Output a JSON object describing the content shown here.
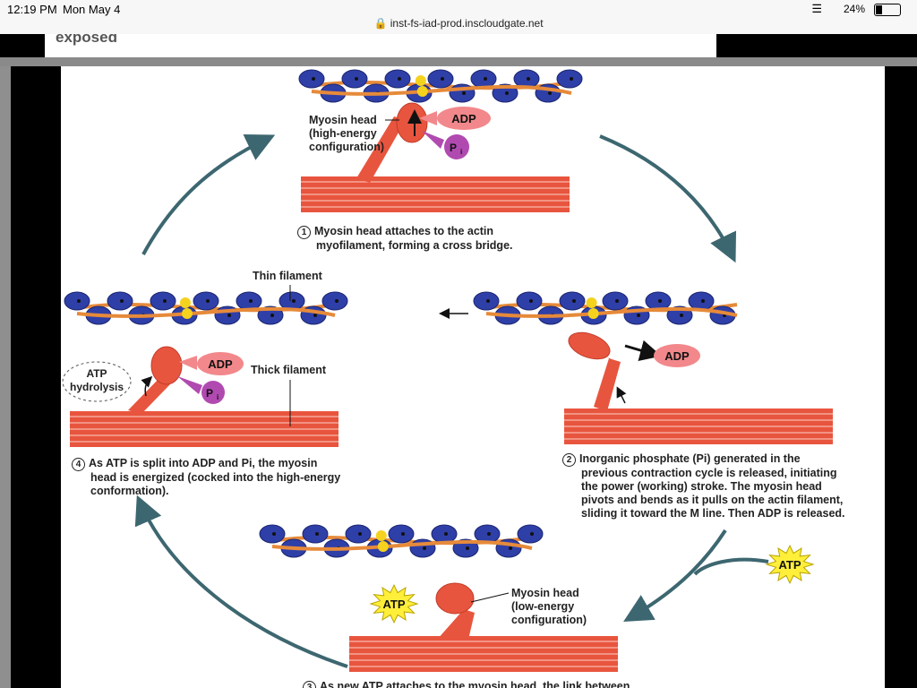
{
  "status": {
    "time": "12:19 PM",
    "date": "Mon May 4",
    "url": "inst-fs-iad-prod.inscloudgate.net",
    "battery": "24%"
  },
  "page_header_fragment": "exposed",
  "labels": {
    "adp": "ADP",
    "pi": "P",
    "pi_sub": "i",
    "atp": "ATP",
    "myosin_head_high": [
      "Myosin head",
      "(high-energy",
      "configuration)"
    ],
    "myosin_head_low": [
      "Myosin head",
      "(low-energy",
      "configuration)"
    ],
    "thin_filament": "Thin filament",
    "thick_filament": "Thick filament",
    "atp_hydrolysis": [
      "ATP",
      "hydrolysis"
    ]
  },
  "steps": {
    "step1": {
      "number": "1",
      "lines": [
        "Myosin head attaches to the actin",
        "myofilament, forming a cross bridge."
      ]
    },
    "step2": {
      "number": "2",
      "lines": [
        "Inorganic phosphate (Pi) generated in the",
        "previous contraction cycle is released, initiating",
        "the power (working) stroke. The myosin head",
        "pivots and bends as it pulls on the actin filament,",
        "sliding it toward the M line. Then ADP is released."
      ]
    },
    "step3": {
      "number": "3",
      "lines": [
        "As new ATP attaches to the myosin head, the link between"
      ]
    },
    "step4": {
      "number": "4",
      "lines": [
        "As ATP is split into ADP and Pi, the myosin",
        "head is energized (cocked into the high-energy",
        "conformation)."
      ]
    }
  },
  "colors": {
    "actin": "#2f3fa8",
    "tropomyosin": "#e68a3a",
    "myosin": "#e8553e",
    "adp": "#f2888b",
    "pi": "#b04ab0",
    "atp": "#ffef3a",
    "arrow": "#3d6770"
  }
}
